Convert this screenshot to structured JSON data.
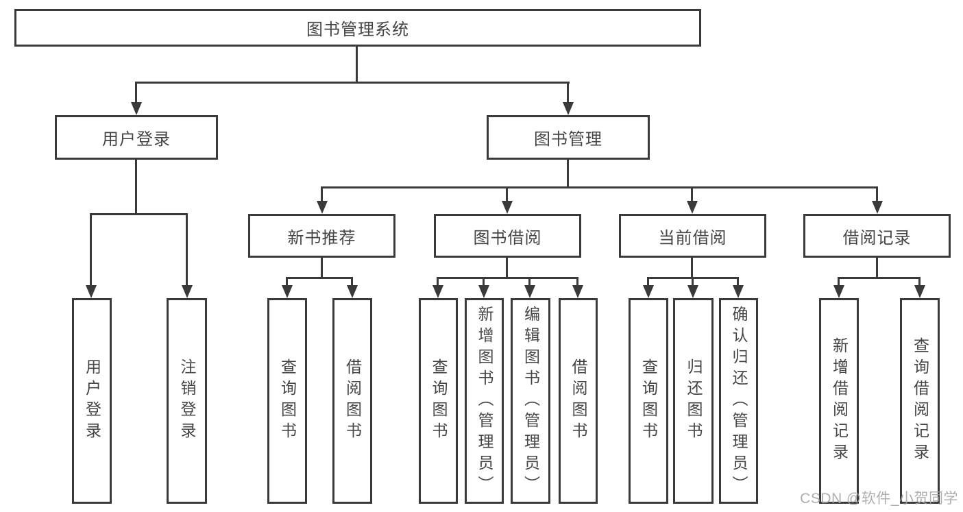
{
  "diagram": {
    "root": {
      "label": "图书管理系统"
    },
    "level2": {
      "user_login": {
        "label": "用户登录"
      },
      "book_mgmt": {
        "label": "图书管理"
      }
    },
    "level3": {
      "new_book_rec": {
        "label": "新书推荐"
      },
      "book_borrow": {
        "label": "图书借阅"
      },
      "current_borrow": {
        "label": "当前借阅"
      },
      "borrow_record": {
        "label": "借阅记录"
      }
    },
    "leaves": [
      {
        "label": "用户登录"
      },
      {
        "label": "注销登录"
      },
      {
        "label": "查询图书"
      },
      {
        "label": "借阅图书"
      },
      {
        "label": "查询图书"
      },
      {
        "label": "新增图书（管理员）"
      },
      {
        "label": "编辑图书（管理员）"
      },
      {
        "label": "借阅图书"
      },
      {
        "label": "查询图书"
      },
      {
        "label": "归还图书"
      },
      {
        "label": "确认归还（管理员）"
      },
      {
        "label": "新增借阅记录"
      },
      {
        "label": "查询借阅记录"
      }
    ]
  },
  "watermark": {
    "text": "CSDN @软件_小贺同学"
  },
  "colors": {
    "line": "#3a3a3a",
    "box_border": "#3a3a3a",
    "text": "#454545",
    "watermark": "#a5a5a5",
    "background": "#ffffff"
  }
}
